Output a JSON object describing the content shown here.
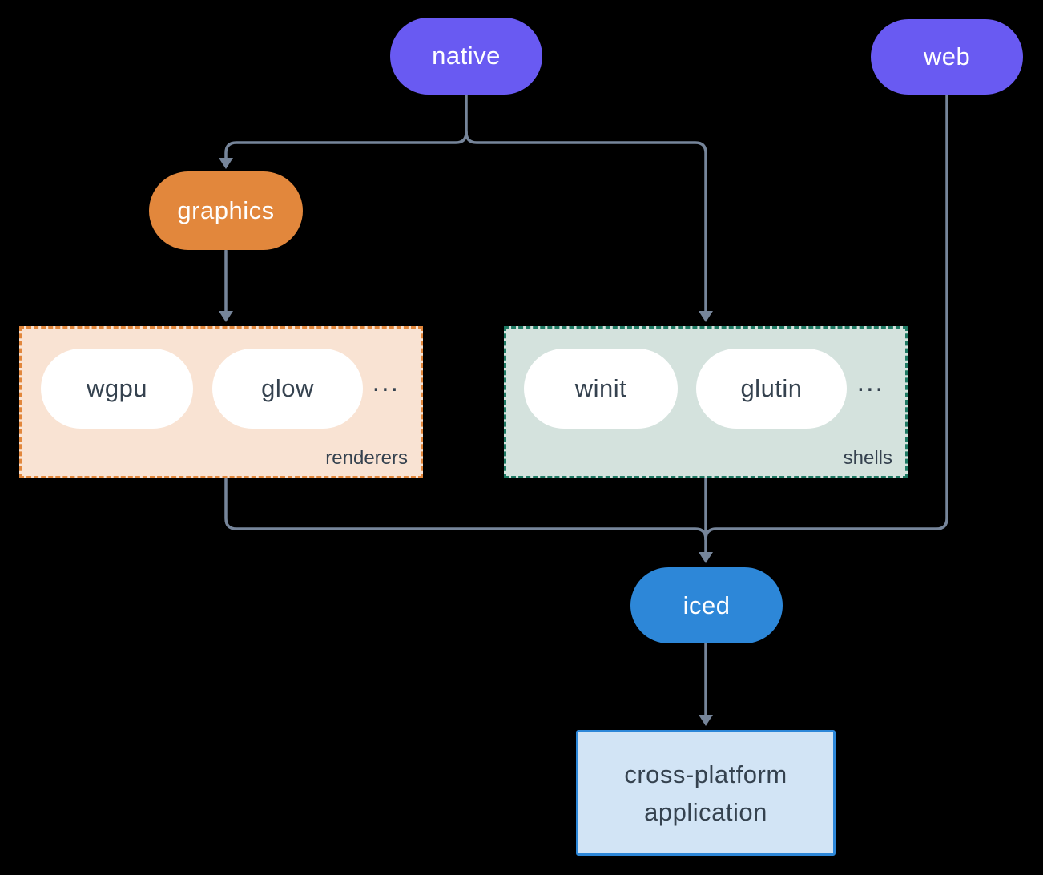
{
  "colors": {
    "background": "#000000",
    "purple": "#695af2",
    "orange": "#e2873c",
    "blue": "#2d87d8",
    "line": "#76859a",
    "ink": "#35424f",
    "renderers_bg": "#f9e3d3",
    "renderers_border": "#e2873c",
    "shells_bg": "#d4e2dd",
    "shells_border": "#1f7a64",
    "app_bg": "#d2e4f5",
    "app_border": "#2d87d8"
  },
  "nodes": {
    "native": {
      "label": "native"
    },
    "web": {
      "label": "web"
    },
    "graphics": {
      "label": "graphics"
    },
    "iced": {
      "label": "iced"
    },
    "app": {
      "line1": "cross-platform",
      "line2": "application"
    }
  },
  "groups": {
    "renderers": {
      "label": "renderers",
      "items": [
        "wgpu",
        "glow"
      ],
      "ellipsis": "..."
    },
    "shells": {
      "label": "shells",
      "items": [
        "winit",
        "glutin"
      ],
      "ellipsis": "..."
    }
  }
}
